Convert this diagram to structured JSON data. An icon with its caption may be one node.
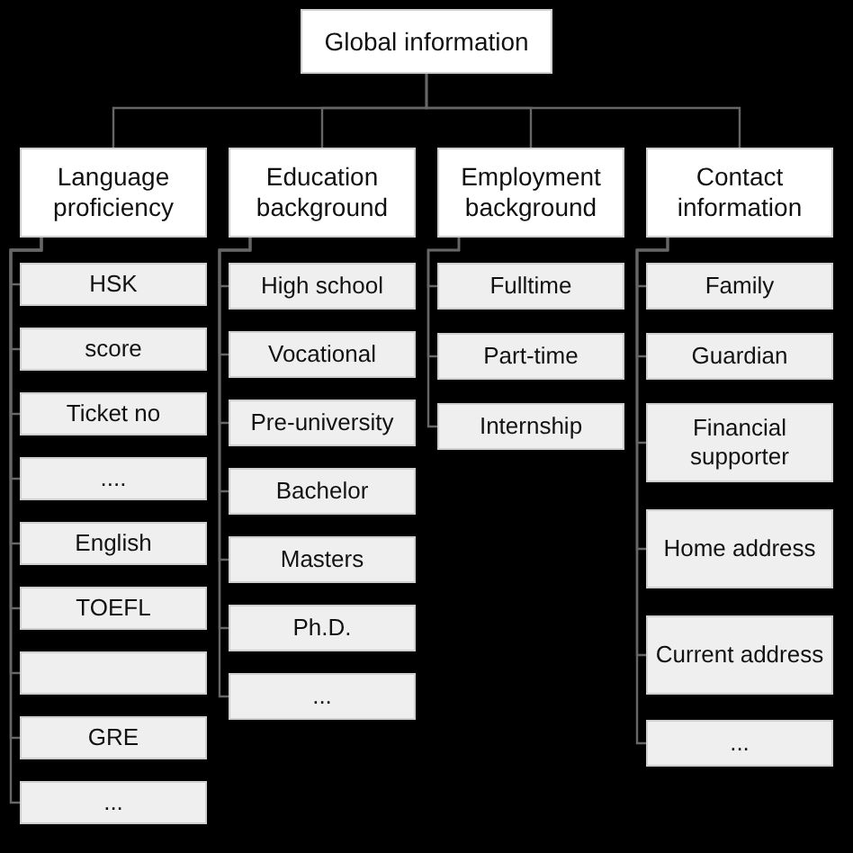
{
  "diagram": {
    "nodes": [
      {
        "text": [
          "Global information"
        ]
      },
      {
        "text": [
          "Language proficiency"
        ]
      },
      {
        "text": [
          "Education background"
        ]
      },
      {
        "text": [
          "Employment background"
        ]
      },
      {
        "text": [
          "Contact information"
        ]
      },
      {
        "text": [
          "HSK"
        ]
      },
      {
        "text": [
          "score"
        ]
      },
      {
        "text": [
          "Ticket no"
        ]
      },
      {
        "text": [
          "...."
        ]
      },
      {
        "text": [
          "English"
        ]
      },
      {
        "text": [
          "TOEFL"
        ]
      },
      {
        "text": [],
        "shape": "box"
      },
      {
        "text": [
          "GRE"
        ]
      },
      {
        "text": [
          "..."
        ]
      },
      {
        "text": [
          "High school"
        ]
      },
      {
        "text": [
          "Vocational"
        ]
      },
      {
        "text": [
          "Pre-university"
        ]
      },
      {
        "text": [
          "Bachelor"
        ]
      },
      {
        "text": [
          "Masters"
        ]
      },
      {
        "text": [
          "Ph.D."
        ]
      },
      {
        "text": [
          "..."
        ]
      },
      {
        "text": [
          "Fulltime"
        ]
      },
      {
        "text": [
          "Part-time"
        ]
      },
      {
        "text": [
          "Internship"
        ]
      },
      {
        "text": [
          "Family"
        ]
      },
      {
        "text": [
          "Guardian"
        ]
      },
      {
        "text": [
          "Financial supporter"
        ]
      },
      {
        "text": [
          "Home address"
        ]
      },
      {
        "text": [
          "Current address"
        ]
      },
      {
        "text": [
          "..."
        ]
      }
    ],
    "edges": [
      {
        "from": 0,
        "to": 1,
        "arrow": "none"
      },
      {
        "from": 0,
        "to": 2,
        "arrow": "none"
      },
      {
        "from": 0,
        "to": 3,
        "arrow": "none"
      },
      {
        "from": 0,
        "to": 4,
        "arrow": "none"
      },
      {
        "from": 1,
        "to": 5,
        "arrow": "none"
      },
      {
        "from": 1,
        "to": 6,
        "arrow": "none"
      },
      {
        "from": 1,
        "to": 7,
        "arrow": "none"
      },
      {
        "from": 1,
        "to": 8,
        "arrow": "none"
      },
      {
        "from": 1,
        "to": 9,
        "arrow": "none"
      },
      {
        "from": 1,
        "to": 10,
        "arrow": "none"
      },
      {
        "from": 1,
        "to": 11,
        "arrow": "none"
      },
      {
        "from": 1,
        "to": 12,
        "arrow": "none"
      },
      {
        "from": 1,
        "to": 13,
        "arrow": "none"
      },
      {
        "from": 2,
        "to": 14,
        "arrow": "none"
      },
      {
        "from": 2,
        "to": 15,
        "arrow": "none"
      },
      {
        "from": 2,
        "to": 16,
        "arrow": "none"
      },
      {
        "from": 2,
        "to": 17,
        "arrow": "none"
      },
      {
        "from": 2,
        "to": 18,
        "arrow": "none"
      },
      {
        "from": 2,
        "to": 19,
        "arrow": "none"
      },
      {
        "from": 2,
        "to": 20,
        "arrow": "none"
      },
      {
        "from": 3,
        "to": 21,
        "arrow": "none"
      },
      {
        "from": 3,
        "to": 22,
        "arrow": "none"
      },
      {
        "from": 3,
        "to": 23,
        "arrow": "none"
      },
      {
        "from": 4,
        "to": 24,
        "arrow": "none"
      },
      {
        "from": 4,
        "to": 25,
        "arrow": "none"
      },
      {
        "from": 4,
        "to": 26,
        "arrow": "none"
      },
      {
        "from": 4,
        "to": 27,
        "arrow": "none"
      },
      {
        "from": 4,
        "to": 28,
        "arrow": "none"
      },
      {
        "from": 4,
        "to": 29,
        "arrow": "none"
      }
    ]
  }
}
